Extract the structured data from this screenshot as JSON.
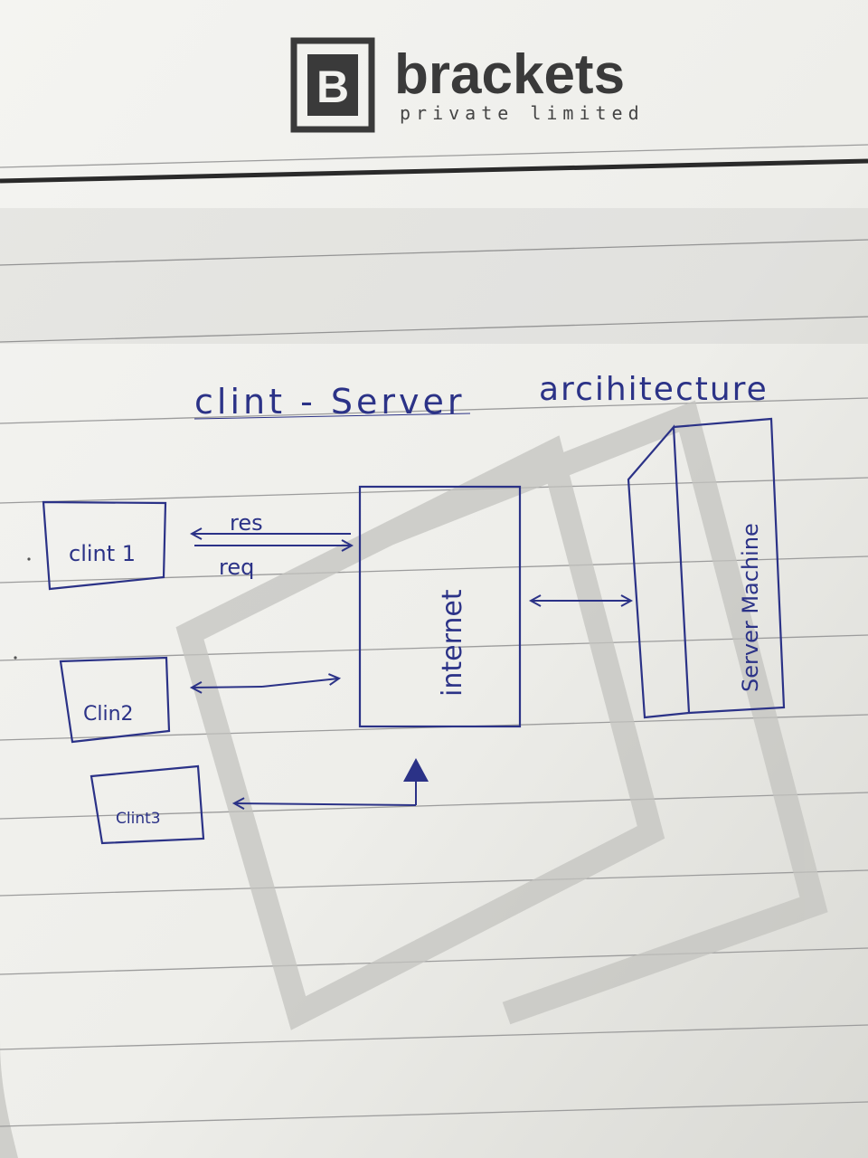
{
  "letterhead": {
    "brand": "brackets",
    "tagline": "private limited"
  },
  "diagram": {
    "title_part1": "clint - Server",
    "title_part2": "arcihitecture",
    "nodes": {
      "client1": "clint 1",
      "client2": "Clin2",
      "client3": "Clint3",
      "internet": "internet",
      "server": "Server Machine"
    },
    "edge_labels": {
      "response": "res",
      "request": "req"
    }
  },
  "colors": {
    "ink": "#2b3287",
    "paper": "#f2f2ef",
    "rule": "#9a9a9a",
    "logo": "#3a3a3a"
  }
}
